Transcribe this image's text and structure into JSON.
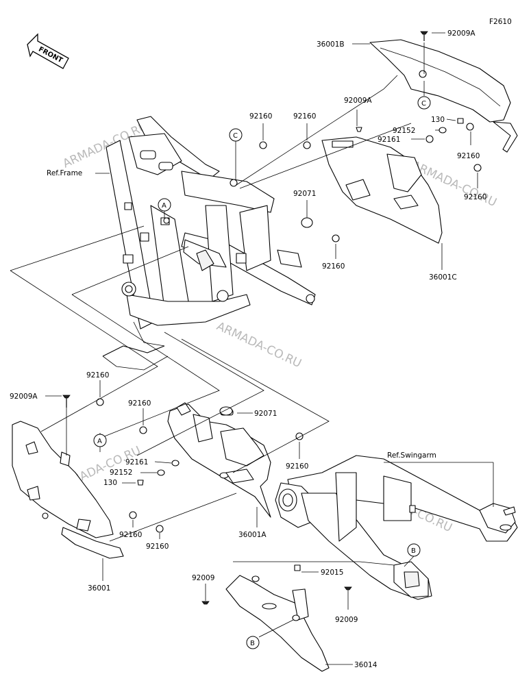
{
  "figure_code": "F2610",
  "front_label": "FRONT",
  "watermark": "ARMADA-CO.RU",
  "references": {
    "frame": "Ref.Frame",
    "swingarm": "Ref.Swingarm"
  },
  "callouts": {
    "a1": "A",
    "a2": "A",
    "b1": "B",
    "b2": "B",
    "c1": "C",
    "c2": "C"
  },
  "parts": {
    "p36001B": "36001B",
    "p92009A_top": "92009A",
    "p92009A_mid": "92009A",
    "p92160_t1": "92160",
    "p92160_t2": "92160",
    "p130_top": "130",
    "p92152_top": "92152",
    "p92161_top": "92161",
    "p92160_r1": "92160",
    "p92160_r2": "92160",
    "p92071_top": "92071",
    "p92160_t3": "92160",
    "p36001C": "36001C",
    "p92160_l1": "92160",
    "p92009A_left": "92009A",
    "p92160_l2": "92160",
    "p92071_mid": "92071",
    "p92160_m1": "92160",
    "p92161_mid": "92161",
    "p92152_mid": "92152",
    "p130_mid": "130",
    "p92160_m2": "92160",
    "p92160_m3": "92160",
    "p36001A": "36001A",
    "p36001": "36001",
    "p92009_a": "92009",
    "p92015": "92015",
    "p92009_b": "92009",
    "p36014": "36014"
  }
}
